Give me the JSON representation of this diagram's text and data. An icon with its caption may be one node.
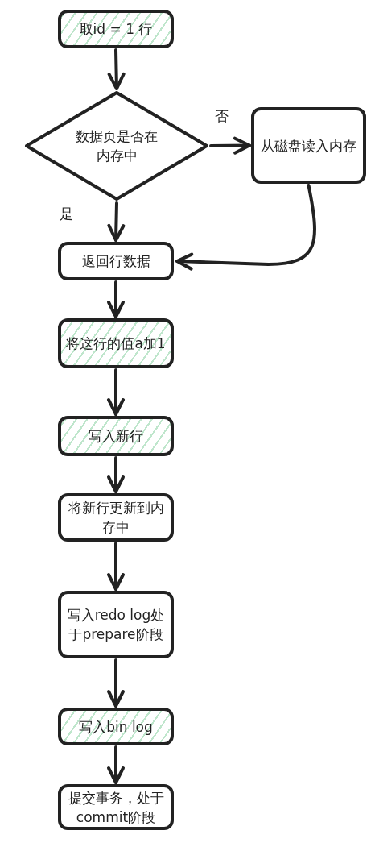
{
  "diagram": {
    "nodes": [
      {
        "text": [
          "取id = 1 行"
        ]
      },
      {
        "text": [
          "数据页是否在内存中"
        ]
      },
      {
        "text": [
          "从磁盘读入内存"
        ]
      },
      {
        "text": [
          "返回行数据"
        ]
      },
      {
        "text": [
          "将这行的值a加1"
        ]
      },
      {
        "text": [
          "写入新行"
        ]
      },
      {
        "text": [
          "将新行更新到内存中"
        ]
      },
      {
        "text": [
          "写入redo log处于prepare阶段"
        ]
      },
      {
        "text": [
          "写入bin log"
        ]
      },
      {
        "text": [
          "提交事务，处于commit阶段"
        ]
      }
    ],
    "edges": [
      {
        "from": 0,
        "to": 1,
        "arrow": "to"
      },
      {
        "from": 1,
        "to": 2,
        "arrow": "to",
        "label": "否"
      },
      {
        "from": 1,
        "to": 3,
        "arrow": "to",
        "label": "是"
      },
      {
        "from": 2,
        "to": 3,
        "arrow": "to"
      },
      {
        "from": 3,
        "to": 4,
        "arrow": "to"
      },
      {
        "from": 4,
        "to": 5,
        "arrow": "to"
      },
      {
        "from": 5,
        "to": 6,
        "arrow": "to"
      },
      {
        "from": 6,
        "to": 7,
        "arrow": "to"
      },
      {
        "from": 7,
        "to": 8,
        "arrow": "to"
      },
      {
        "from": 8,
        "to": 9,
        "arrow": "to"
      }
    ]
  }
}
